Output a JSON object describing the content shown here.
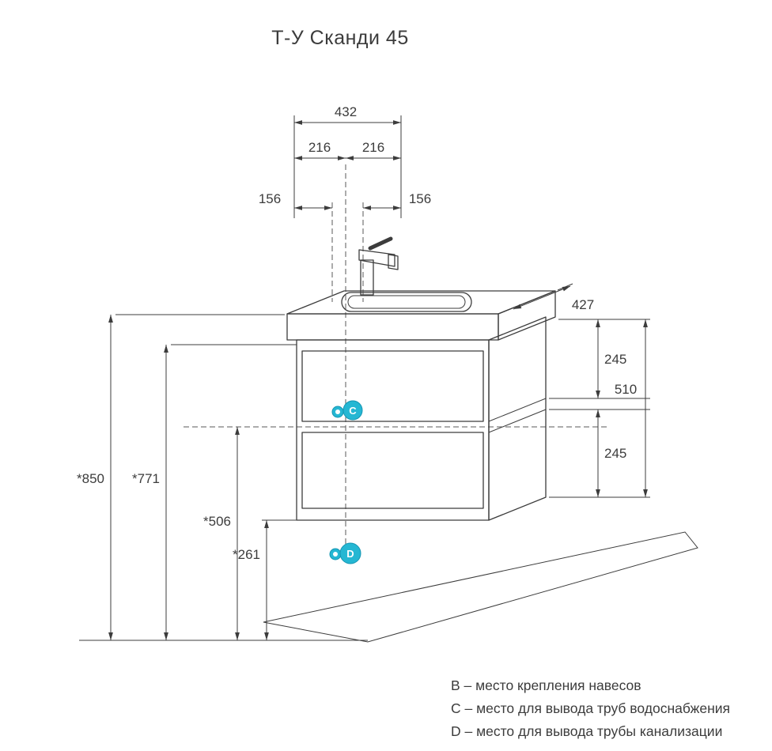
{
  "title": "Т-У Сканди 45",
  "colors": {
    "line": "#3c3c3c",
    "marker_fill": "#25b7d3",
    "marker_stroke": "#1596b3",
    "text": "#3c3c3c"
  },
  "dims": {
    "width_total": "432",
    "width_half_left": "216",
    "width_half_right": "216",
    "offset_left": "156",
    "offset_right": "156",
    "depth": "427",
    "top_section": "245",
    "unit_height": "510",
    "bottom_section": "245",
    "sink_height": "*850",
    "mount_height": "*771",
    "supply_height": "*506",
    "bottom_height": "*261"
  },
  "markers": {
    "water_supply": "C",
    "drain": "D"
  },
  "legend": [
    "B – место крепления навесов",
    "C – место для вывода труб водоснабжения",
    "D – место для вывода трубы канализации"
  ]
}
